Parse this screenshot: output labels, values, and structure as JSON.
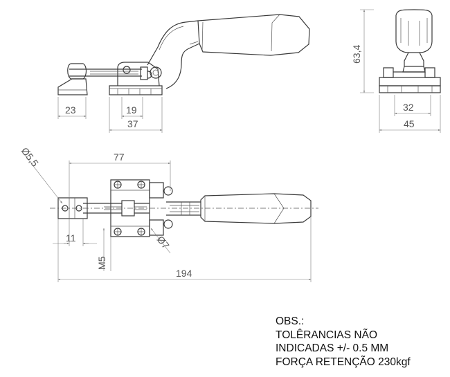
{
  "dimensions": {
    "d23": "23",
    "d19": "19",
    "d37": "37",
    "d63_4": "63,4",
    "d32": "32",
    "d45": "45",
    "d77": "77",
    "d5_5": "Ø5,5",
    "d11": "11",
    "dM5": "M5",
    "d7": "Ø7",
    "d194": "194"
  },
  "notes": {
    "line1": "OBS.:",
    "line2": "TOLÊRANCIAS NÃO",
    "line3": "INDICADAS +/- 0.5 MM",
    "line4": "FORÇA RETENÇÃO 230kgf"
  }
}
